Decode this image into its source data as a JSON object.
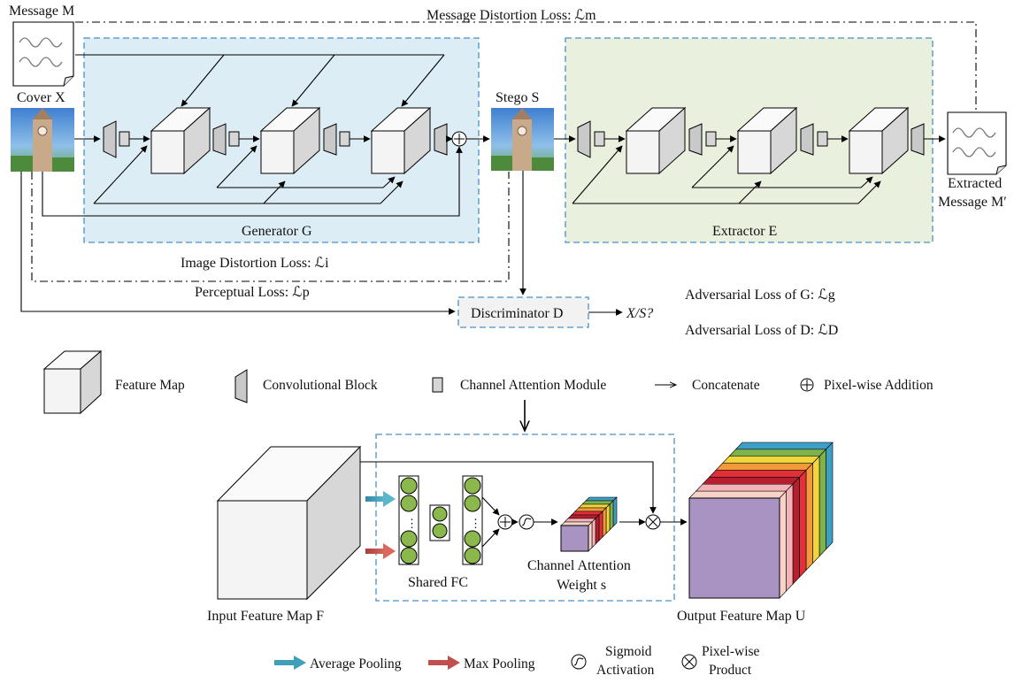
{
  "labels": {
    "message": "Message M",
    "message_distortion_loss": "Message Distortion Loss: ℒm",
    "cover": "Cover X",
    "stego": "Stego S",
    "generator": "Generator G",
    "extractor": "Extractor E",
    "extracted_line1": "Extracted",
    "extracted_line2": "Message M′",
    "image_distortion_loss": "Image Distortion Loss: ℒi",
    "perceptual_loss": "Perceptual Loss: ℒp",
    "discriminator": "Discriminator D",
    "xs_output": "X/S?",
    "adv_loss_g": "Adversarial Loss of G: ℒg",
    "adv_loss_d": "Adversarial Loss of D: ℒD"
  },
  "legend": {
    "feature_map": "Feature Map",
    "conv_block": "Convolutional Block",
    "cam": "Channel Attention Module",
    "concatenate": "Concatenate",
    "pixel_add": "Pixel-wise Addition"
  },
  "attention": {
    "input_label": "Input Feature Map F",
    "shared_fc": "Shared FC",
    "weight_line1": "Channel Attention",
    "weight_line2": "Weight s",
    "output_label": "Output Feature Map U"
  },
  "bottom_legend": {
    "avg_pool": "Average Pooling",
    "max_pool": "Max Pooling",
    "sigmoid_line1": "Sigmoid",
    "sigmoid_line2": "Activation",
    "product_line1": "Pixel-wise",
    "product_line2": "Product"
  },
  "colors": {
    "generator_bg": "#dcedf5",
    "extractor_bg": "#e9f0dd",
    "box_border": "#4a90c8",
    "avg_pool_arrow": "#3f9fb8",
    "max_pool_arrow": "#c0504d",
    "fc_node": "#8ab84c",
    "weight_front": "#a993c2",
    "channel_stripes": [
      "#3d9fc5",
      "#7fb24a",
      "#f2d43d",
      "#f29a3b",
      "#e0303a",
      "#b51f2e",
      "#f5b3b8",
      "#f7d2c6"
    ]
  }
}
